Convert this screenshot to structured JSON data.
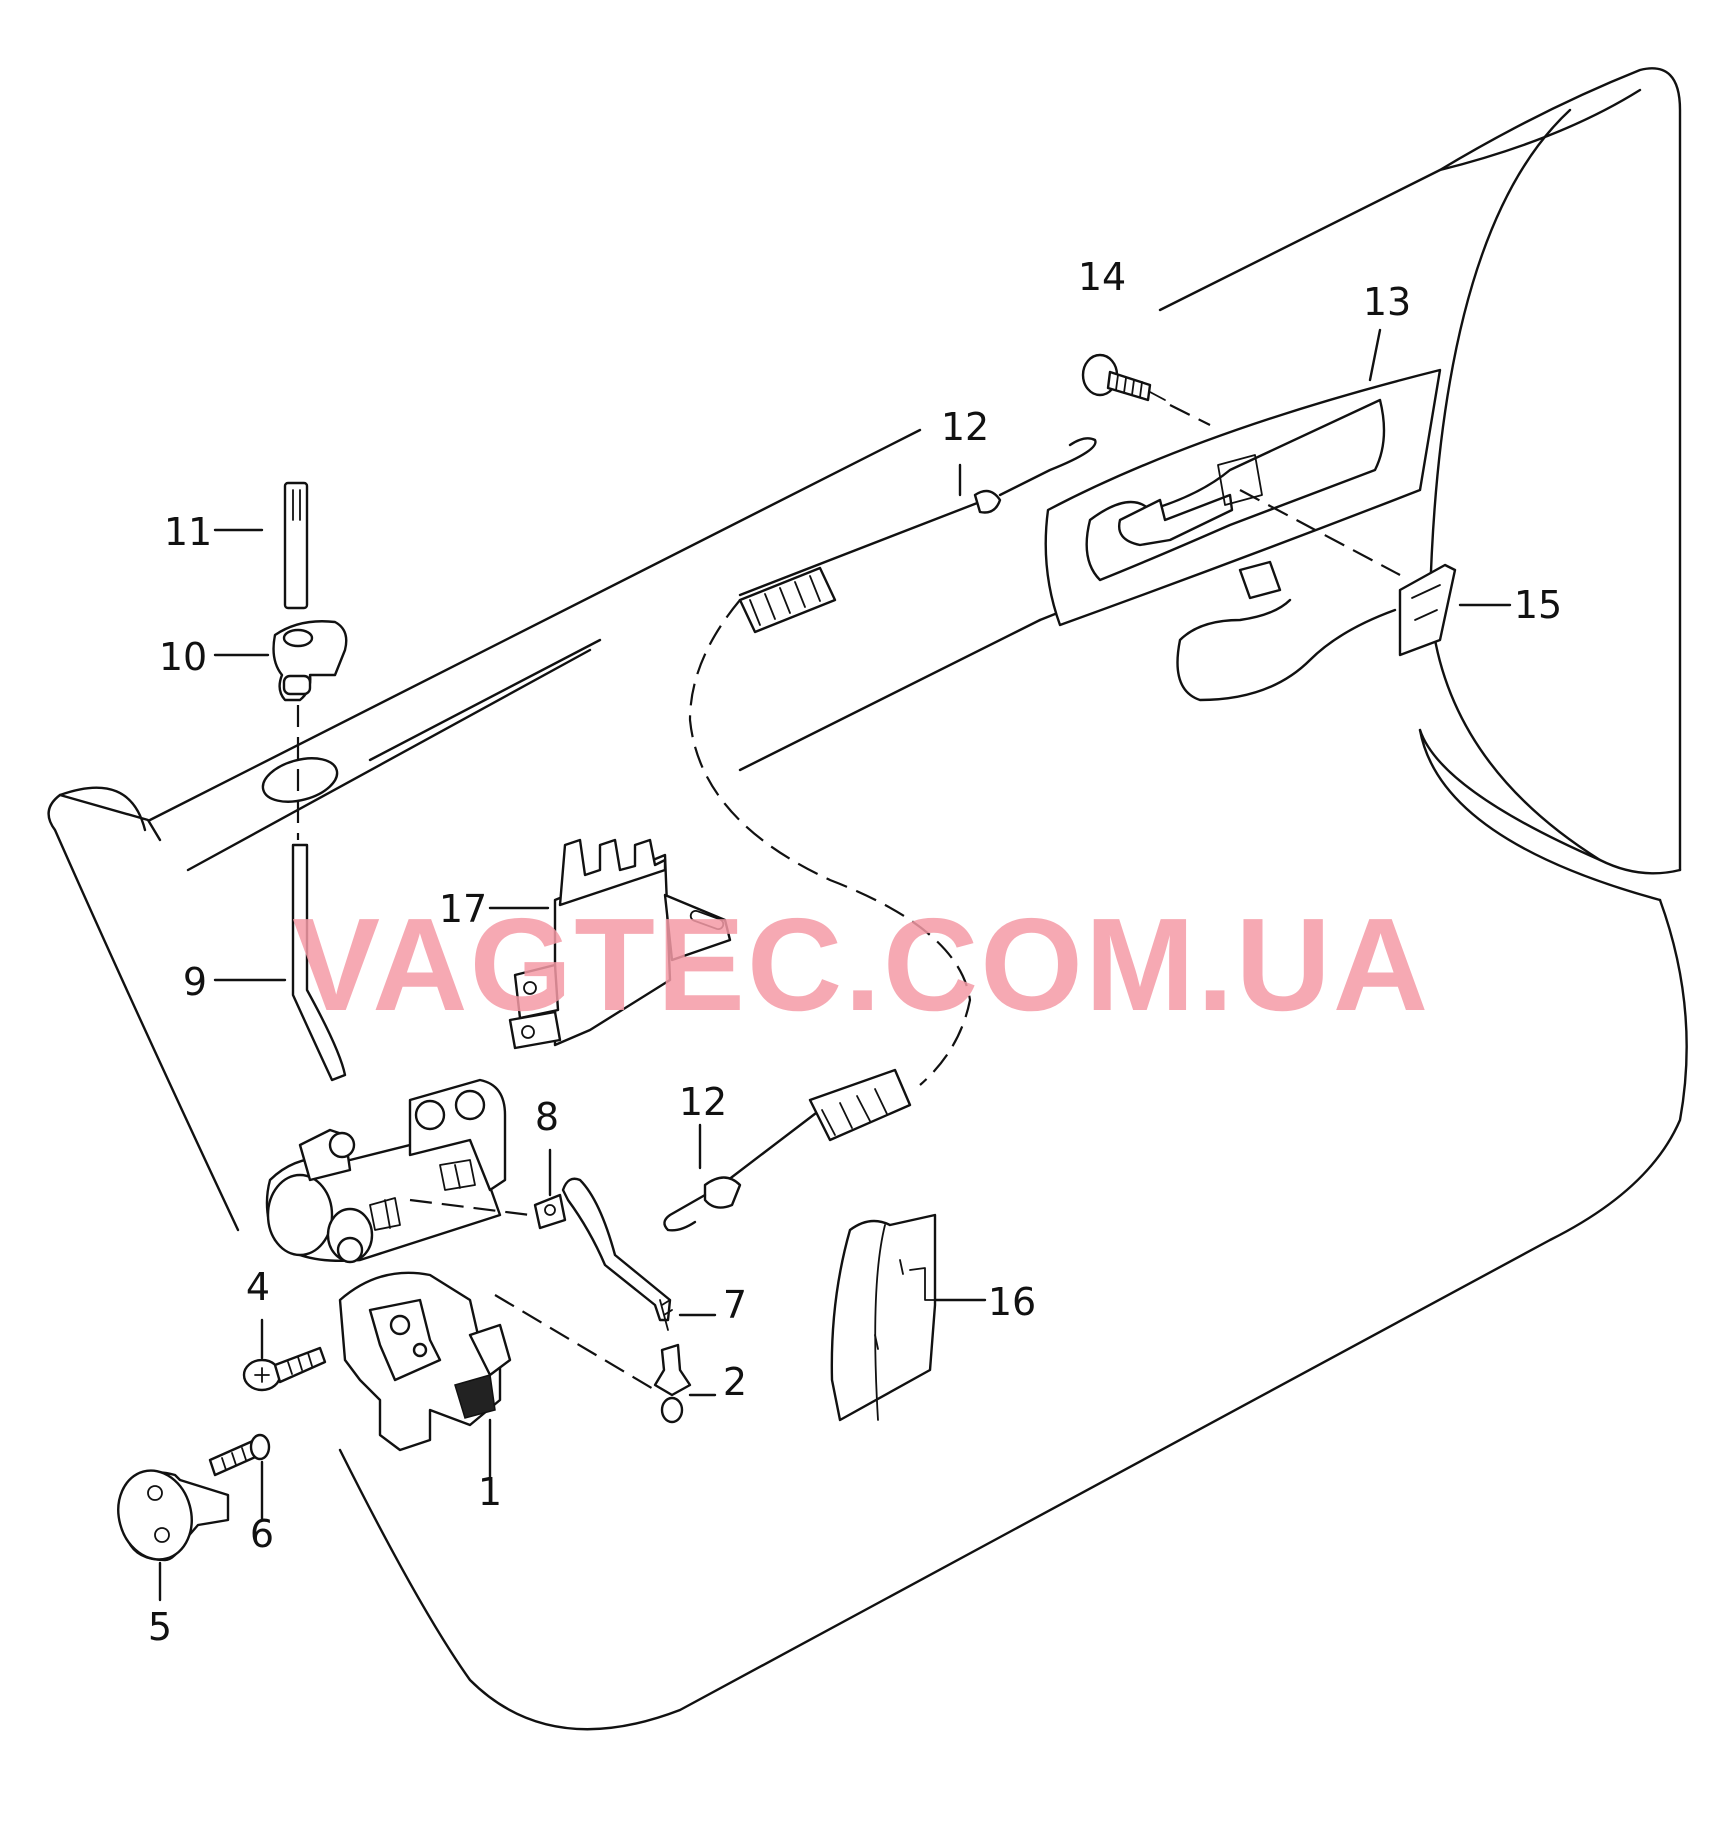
{
  "diagram": {
    "callouts": [
      {
        "id": "1",
        "text": "1"
      },
      {
        "id": "2",
        "text": "2"
      },
      {
        "id": "4",
        "text": "4"
      },
      {
        "id": "5",
        "text": "5"
      },
      {
        "id": "6",
        "text": "6"
      },
      {
        "id": "7",
        "text": "7"
      },
      {
        "id": "8",
        "text": "8"
      },
      {
        "id": "9",
        "text": "9"
      },
      {
        "id": "10",
        "text": "10"
      },
      {
        "id": "11",
        "text": "11"
      },
      {
        "id": "12a",
        "text": "12"
      },
      {
        "id": "12b",
        "text": "12"
      },
      {
        "id": "13",
        "text": "13"
      },
      {
        "id": "14",
        "text": "14"
      },
      {
        "id": "15",
        "text": "15"
      },
      {
        "id": "16",
        "text": "16"
      },
      {
        "id": "17",
        "text": "17"
      }
    ],
    "watermark": "VAGTEC.COM.UA"
  },
  "colors": {
    "line": "#111111",
    "background": "#ffffff",
    "watermark": "#f59aa6"
  }
}
